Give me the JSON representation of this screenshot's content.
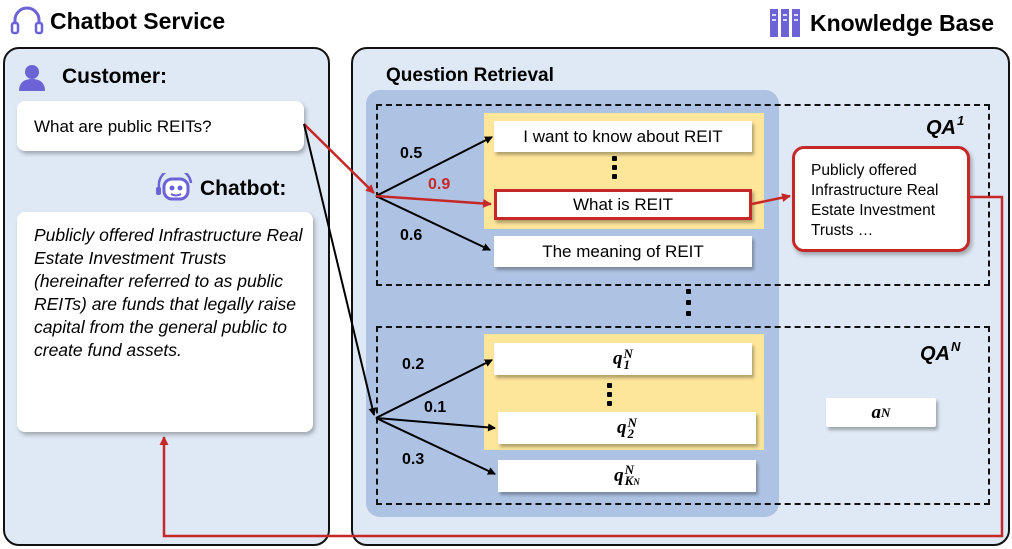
{
  "left": {
    "title": "Chatbot Service",
    "customer_label": "Customer:",
    "customer_question": "What are public REITs?",
    "chatbot_label": "Chatbot:",
    "chatbot_answer": "Publicly offered Infrastructure Real Estate Investment Trusts (hereinafter referred to as public REITs) are funds that legally raise capital from the general public to create fund assets."
  },
  "right": {
    "title": "Knowledge Base",
    "retrieval_title": "Question Retrieval",
    "qa1": {
      "label": "QA",
      "sup": "1",
      "questions": [
        "I want to know about REIT",
        "What is REIT",
        "The meaning of REIT"
      ],
      "scores": [
        "0.5",
        "0.9",
        "0.6"
      ],
      "answer": "Publicly offered Infrastructure Real Estate Investment Trusts …"
    },
    "qaN": {
      "label": "QA",
      "sup": "N",
      "questions": [
        {
          "base": "q",
          "sub": "1",
          "sup": "N"
        },
        {
          "base": "q",
          "sub": "2",
          "sup": "N"
        },
        {
          "base": "q",
          "sub": "K",
          "subsub": "N",
          "sup": "N"
        }
      ],
      "scores": [
        "0.2",
        "0.1",
        "0.3"
      ],
      "answer": {
        "base": "a",
        "sup": "N"
      }
    }
  },
  "colors": {
    "panel": "#dfe9f5",
    "retrieval": "#aec3e3",
    "highlight": "#fde59a",
    "selected": "#c62828",
    "customer_icon": "#6b63d6",
    "knowledge_icon": "#6b63d6"
  }
}
